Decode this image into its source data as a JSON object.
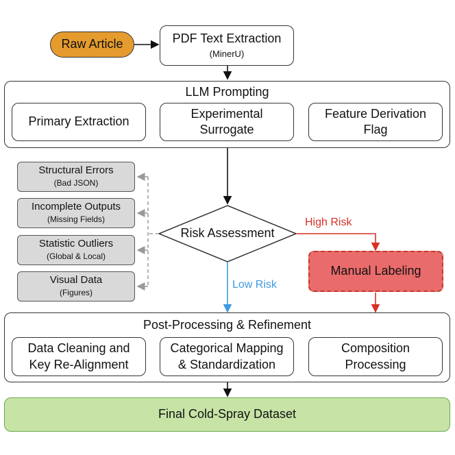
{
  "raw_article": "Raw Article",
  "pdf_extraction": {
    "title": "PDF Text Extraction",
    "subtitle": "(MinerU)"
  },
  "llm_prompting": {
    "title": "LLM Prompting",
    "items": [
      "Primary Extraction",
      "Experimental\nSurrogate",
      "Feature Derivation\nFlag"
    ]
  },
  "error_types": [
    {
      "title": "Structural Errors",
      "subtitle": "(Bad JSON)"
    },
    {
      "title": "Incomplete Outputs",
      "subtitle": "(Missing Fields)"
    },
    {
      "title": "Statistic Outliers",
      "subtitle": "(Global & Local)"
    },
    {
      "title": "Visual Data",
      "subtitle": "(Figures)"
    }
  ],
  "risk_assessment": "Risk Assessment",
  "high_risk_label": "High Risk",
  "low_risk_label": "Low Risk",
  "manual_labeling": "Manual Labeling",
  "post_processing": {
    "title": "Post-Processing & Refinement",
    "items": [
      "Data Cleaning and\nKey Re-Alignment",
      "Categorical Mapping\n& Standardization",
      "Composition\nProcessing"
    ]
  },
  "final_dataset": "Final Cold-Spray Dataset",
  "colors": {
    "raw_article_fill": "#e59b2e",
    "manual_fill": "#ea6b6b",
    "manual_border": "#c0392b",
    "high_risk": "#d93025",
    "low_risk": "#3d9ae0",
    "final_fill": "#c7e4a6",
    "final_border": "#6aa84f"
  }
}
